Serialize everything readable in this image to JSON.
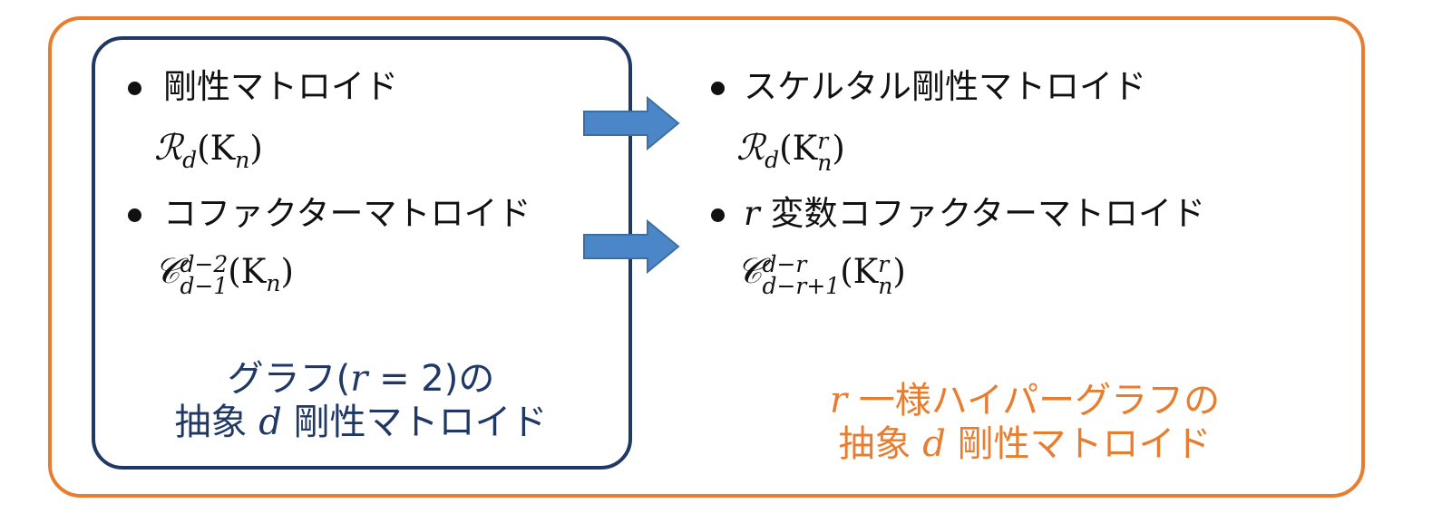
{
  "left": {
    "item1_label": "剛性マトロイド",
    "item1_math_symbol": "ℛ",
    "item1_math_sub": "d",
    "item1_math_args": "(K",
    "item1_math_args_sub": "n",
    "item1_math_close": ")",
    "item2_label": "コファクターマトロイド",
    "item2_math_symbol": "𝒞",
    "item2_math_sup": "d−2",
    "item2_math_sub": "d−1",
    "item2_math_args": "(K",
    "item2_math_args_sub": "n",
    "item2_math_close": ")",
    "caption_line1_prefix": "グラフ(",
    "caption_line1_var": "r",
    "caption_line1_mid": " = 2)の",
    "caption_line2_prefix": "抽象 ",
    "caption_line2_var": "d",
    "caption_line2_suffix": " 剛性マトロイド"
  },
  "right": {
    "item1_label": "スケルタル剛性マトロイド",
    "item1_math_symbol": "ℛ",
    "item1_math_sub": "d",
    "item1_math_args": "(K",
    "item1_math_args_sup": "r",
    "item1_math_args_sub": "n",
    "item1_math_close": ")",
    "item2_var": "r",
    "item2_label": " 変数コファクターマトロイド",
    "item2_math_symbol": "𝒞",
    "item2_math_sup": "d−r",
    "item2_math_sub": "d−r+1",
    "item2_math_args": "(K",
    "item2_math_args_sup": "r",
    "item2_math_args_sub": "n",
    "item2_math_close": ")",
    "caption_line1_var": "r",
    "caption_line1_suffix": " 一様ハイパーグラフの",
    "caption_line2_prefix": "抽象 ",
    "caption_line2_var": "d",
    "caption_line2_suffix": " 剛性マトロイド"
  },
  "colors": {
    "outer_border": "#e87d2f",
    "inner_border": "#1f3864",
    "arrow_fill": "#4a86c8",
    "arrow_stroke": "#3d6fa3"
  }
}
